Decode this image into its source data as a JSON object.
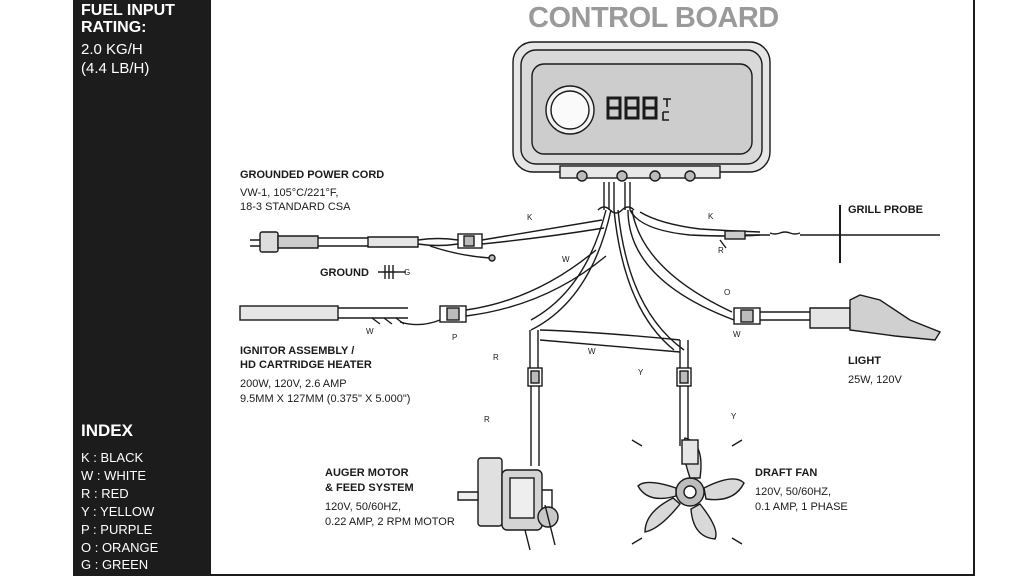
{
  "fuel": {
    "title": "FUEL INPUT RATING:",
    "title_line1": "FUEL INPUT",
    "title_line2": "RATING:",
    "value_line1": "2.0 KG/H",
    "value_line2": "(4.4 LB/H)"
  },
  "index": {
    "title": "INDEX",
    "items": [
      "K : BLACK",
      "W : WHITE",
      "R : RED",
      "Y : YELLOW",
      "P : PURPLE",
      "O : ORANGE",
      "G : GREEN"
    ]
  },
  "control_board": {
    "title": "CONTROL BOARD"
  },
  "power_cord": {
    "title": "GROUNDED POWER CORD",
    "spec1": "VW-1, 105°C/221°F,",
    "spec2": "18-3 STANDARD CSA"
  },
  "ground": {
    "title": "GROUND"
  },
  "grill_probe": {
    "title": "GRILL PROBE"
  },
  "ignitor": {
    "title1": "IGNITOR ASSEMBLY /",
    "title2": "HD CARTRIDGE HEATER",
    "spec1": "200W, 120V, 2.6 AMP",
    "spec2": "9.5MM X 127MM (0.375\" X 5.000\")"
  },
  "light": {
    "title": "LIGHT",
    "spec": "25W, 120V"
  },
  "auger": {
    "title1": "AUGER MOTOR",
    "title2": "& FEED SYSTEM",
    "spec1": "120V, 50/60HZ,",
    "spec2": "0.22 AMP, 2 RPM MOTOR"
  },
  "draft_fan": {
    "title": "DRAFT FAN",
    "spec1": "120V, 50/60HZ,",
    "spec2": "0.1 AMP, 1 PHASE"
  },
  "wire_tags": {
    "cord_k": "K",
    "ground_g": "G",
    "cord_w": "W",
    "probe_k": "K",
    "probe_r": "R",
    "ign_w": "W",
    "ign_p": "P",
    "auger_r1": "R",
    "auger_r2": "R",
    "center_w": "W",
    "fan_y1": "Y",
    "fan_y2": "Y",
    "light_o": "O",
    "light_w": "W"
  }
}
